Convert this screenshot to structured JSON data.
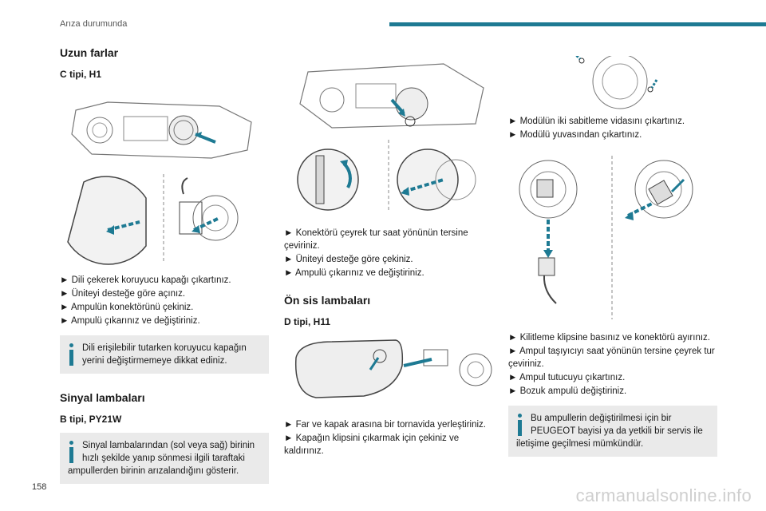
{
  "header": {
    "section_title": "Arıza durumunda",
    "accent_color": "#1e7a93"
  },
  "page": {
    "number": "158"
  },
  "watermark": "carmanualsonline.info",
  "col1": {
    "heading": "Uzun farlar",
    "subheading": "C tipi, H1",
    "steps": [
      "Dili çekerek koruyucu kapağı çıkartınız.",
      "Üniteyi desteğe göre açınız.",
      "Ampulün konektörünü çekiniz.",
      "Ampulü çıkarınız ve değiştiriniz."
    ],
    "note1": "Dili erişilebilir tutarken koruyucu kapağın yerini değiştirmemeye dikkat ediniz.",
    "heading2": "Sinyal lambaları",
    "subheading2": "B tipi, PY21W",
    "note2": "Sinyal lambalarından (sol veya sağ) birinin hızlı şekilde yanıp sönmesi ilgili taraftaki ampullerden birinin arızalandığını gösterir."
  },
  "col2": {
    "steps": [
      "Konektörü çeyrek tur saat yönünün tersine çeviriniz.",
      "Üniteyi desteğe göre çekiniz.",
      "Ampulü çıkarınız ve değiştiriniz."
    ],
    "heading": "Ön sis lambaları",
    "subheading": "D tipi, H11",
    "steps2": [
      "Far ve kapak arasına bir tornavida yerleştiriniz.",
      "Kapağın klipsini çıkarmak için çekiniz ve kaldırınız."
    ]
  },
  "col3": {
    "steps": [
      "Modülün iki sabitleme vidasını çıkartınız.",
      "Modülü yuvasından çıkartınız."
    ],
    "steps2": [
      "Kilitleme klipsine basınız ve konektörü ayırınız.",
      "Ampul taşıyıcıyı saat yönünün tersine çeyrek tur çeviriniz.",
      "Ampul tutucuyu çıkartınız.",
      "Bozuk ampulü değiştiriniz."
    ],
    "note": "Bu ampullerin değiştirilmesi için bir PEUGEOT bayisi ya da yetkili bir servis ile iletişime geçilmesi mümkündür."
  }
}
